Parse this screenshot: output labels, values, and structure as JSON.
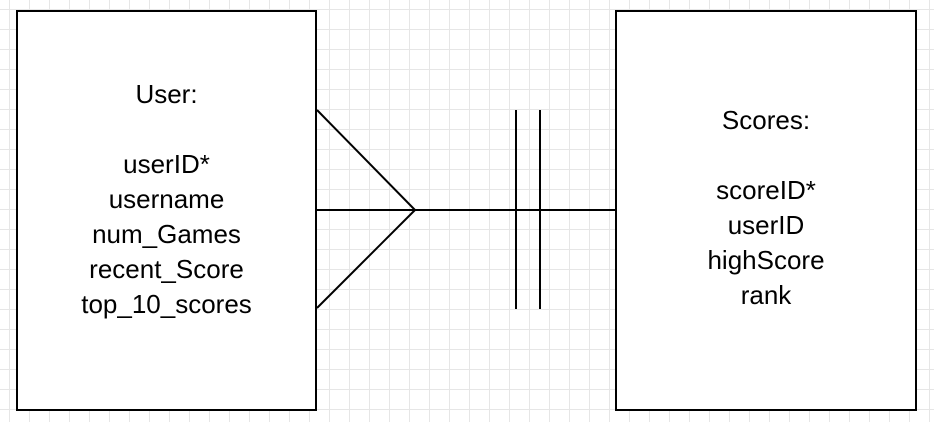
{
  "entities": {
    "user": {
      "title": "User:",
      "attributes": [
        "userID*",
        "username",
        "num_Games",
        "recent_Score",
        "top_10_scores"
      ]
    },
    "scores": {
      "title": "Scores:",
      "attributes": [
        "scoreID*",
        "userID",
        "highScore",
        "rank"
      ]
    }
  },
  "relationship": {
    "from": "User",
    "to": "Scores",
    "from_end": "crows-foot-many",
    "to_end": "mandatory-one"
  },
  "colors": {
    "line": "#000000",
    "grid": "#e6e6e6",
    "background": "#ffffff"
  }
}
